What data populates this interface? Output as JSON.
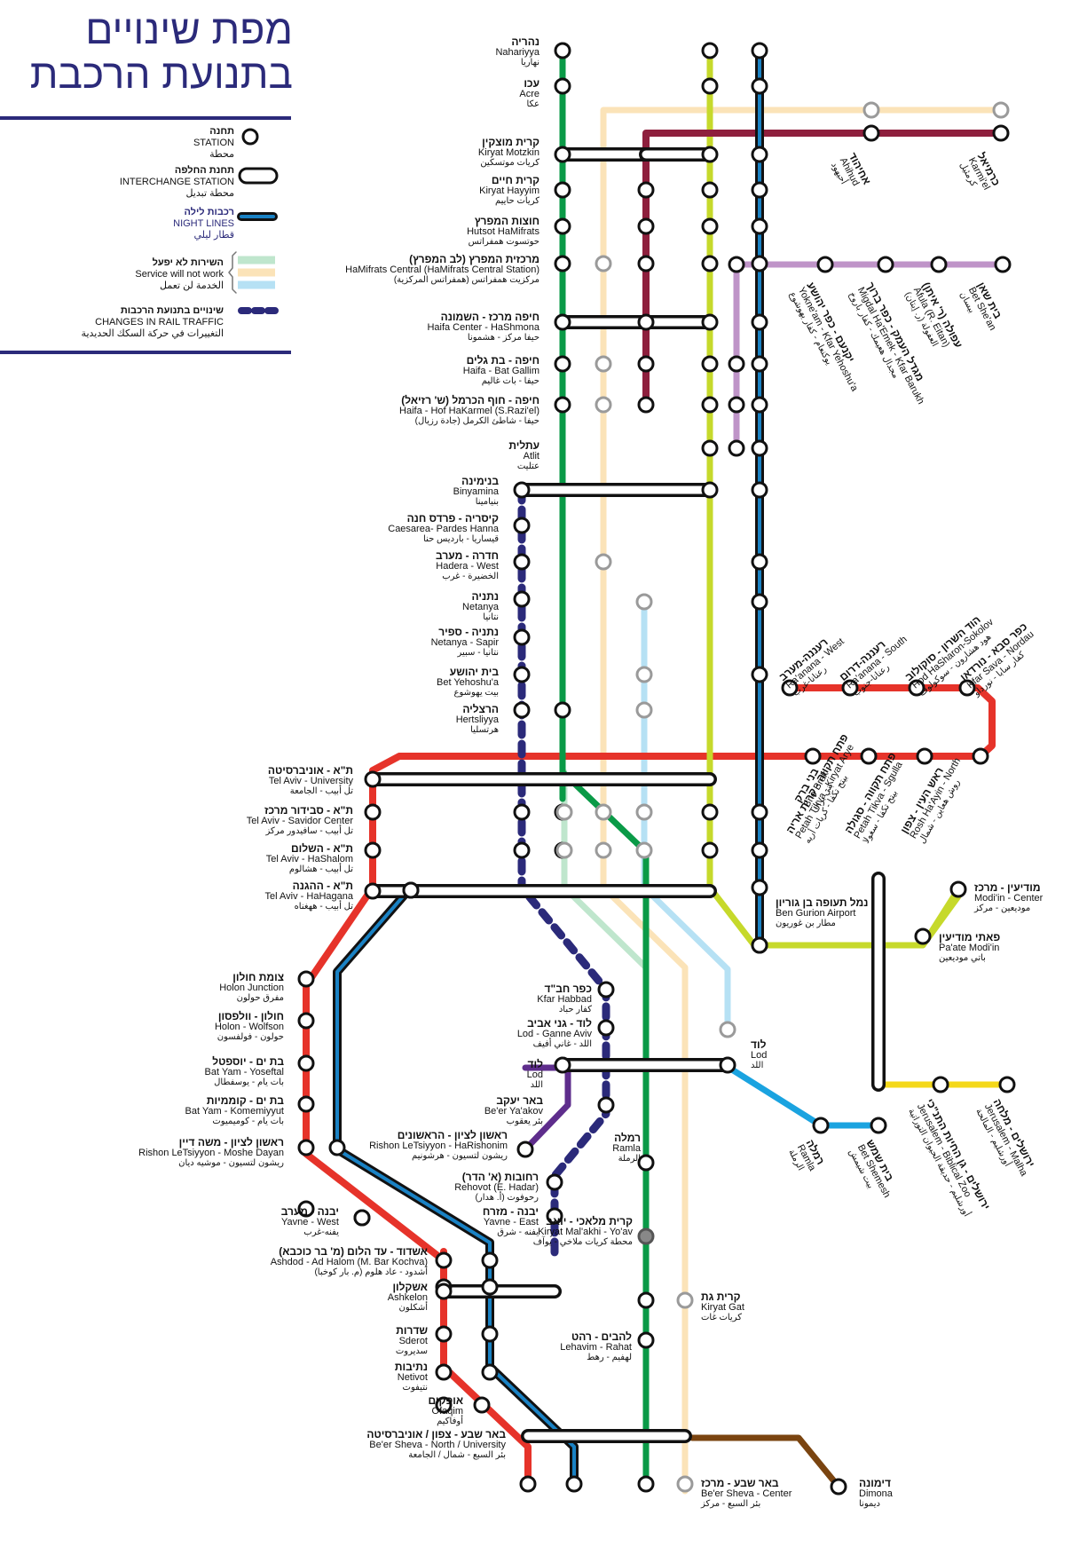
{
  "title": {
    "line1": "מפת שינויים",
    "line2": "בתנועת הרכבת"
  },
  "legend": {
    "station": {
      "he": "תחנה",
      "en": "STATION",
      "ar": "محطة"
    },
    "interchange": {
      "he": "תחנת החלפה",
      "en": "INTERCHANGE STATION",
      "ar": "محطة تبديل"
    },
    "night": {
      "he": "רכבות לילה",
      "en": "NIGHT LINES",
      "ar": "قطار ليلي"
    },
    "nowork": {
      "he": "השירות לא יפעל",
      "en": "Service will not work",
      "ar": "الخدمة لن تعمل"
    },
    "changes": {
      "he": "שינויים בתנועת הרכבות",
      "en": "CHANGES IN RAIL TRAFFIC",
      "ar": "التغييرات في حركة السكك الحديدية"
    }
  },
  "colors": {
    "green": "#0a9a47",
    "cream": "#fbe3b8",
    "olive": "#c6d92b",
    "black": "#111111",
    "night_blue": "#1a82c4",
    "maroon": "#8e1f3d",
    "lilac": "#bf94c8",
    "red": "#e6332a",
    "light_blue": "#b6e1f4",
    "mint": "#bfe6cd",
    "navy": "#2b2a7a",
    "purple": "#5e2d8c",
    "sky": "#1aa3e0",
    "yellow": "#f4d81a",
    "brown": "#7a4410",
    "grey_station": "#9a9a9a",
    "legend_mint": "#bfe6cd",
    "legend_cream": "#fbe3b8",
    "legend_blue": "#b6e1f4"
  },
  "stations": {
    "nahariyya": {
      "he": "נהריה",
      "en": "Nahariyya",
      "ar": "نهاريا"
    },
    "acre": {
      "he": "עכו",
      "en": "Acre",
      "ar": "عكا"
    },
    "kiryat_motzkin": {
      "he": "קרית מוצקין",
      "en": "Kiryat Motzkin",
      "ar": "كريات موتسكين"
    },
    "kiryat_hayyim": {
      "he": "קרית חיים",
      "en": "Kiryat Hayyim",
      "ar": "كريات حاييم"
    },
    "hutsot": {
      "he": "חוצות המפרץ",
      "en": "Hutsot HaMifrats",
      "ar": "حوتسوت همفراتس"
    },
    "hamifrats": {
      "he": "מרכזית המפרץ (לב המפרץ)",
      "en": "HaMifrats Central (HaMifrats Central Station)",
      "ar": "مركزيت همفراتس (همفراتس المركزية)"
    },
    "haifa_center": {
      "he": "חיפה מרכז - השמונה",
      "en": "Haifa Center - HaShmona",
      "ar": "حيفا مركز - هشمونا"
    },
    "bat_gallim": {
      "he": "חיפה - בת גלים",
      "en": "Haifa - Bat Gallim",
      "ar": "حيفا - بات غاليم"
    },
    "hof_hakarmel": {
      "he": "חיפה - חוף הכרמל (ש' רזיאל)",
      "en": "Haifa - Hof HaKarmel (S.Razi'el)",
      "ar": "حيفا - شاطئ الكرمل (جادة رزيال)"
    },
    "atlit": {
      "he": "עתלית",
      "en": "Atlit",
      "ar": "عتليت"
    },
    "binyamina": {
      "he": "בנימינה",
      "en": "Binyamina",
      "ar": "بنيامينا"
    },
    "caesarea": {
      "he": "קיסריה - פרדס חנה",
      "en": "Caesarea- Pardes Hanna",
      "ar": "قيساريا - بارديس حنا"
    },
    "hadera": {
      "he": "חדרה - מערב",
      "en": "Hadera - West",
      "ar": "الخضيرة - غرب"
    },
    "netanya": {
      "he": "נתניה",
      "en": "Netanya",
      "ar": "نتانيا"
    },
    "netanya_sapir": {
      "he": "נתניה - ספיר",
      "en": "Netanya - Sapir",
      "ar": "نتانيا - سبير"
    },
    "bet_yehoshua": {
      "he": "בית יהושע",
      "en": "Bet Yehoshu'a",
      "ar": "بيت يهوشوع"
    },
    "hertsliyya": {
      "he": "הרצליה",
      "en": "Hertsliyya",
      "ar": "هرتسليا"
    },
    "ta_university": {
      "he": "ת\"א - אוניברסיטה",
      "en": "Tel Aviv - University",
      "ar": "تل أبيب - الجامعة"
    },
    "ta_savidor": {
      "he": "ת\"א - סבידור מרכז",
      "en": "Tel Aviv - Savidor Center",
      "ar": "تل أبيب - سافيدور مركز"
    },
    "ta_hashalom": {
      "he": "ת\"א - השלום",
      "en": "Tel Aviv - HaShalom",
      "ar": "تل أبيب - هشالوم"
    },
    "ta_hahagana": {
      "he": "ת\"א - ההגנה",
      "en": "Tel Aviv - HaHagana",
      "ar": "تل أبيب - ههغناه"
    },
    "holon_junction": {
      "he": "צומת חולון",
      "en": "Holon Junction",
      "ar": "مفرق حولون"
    },
    "holon_wolfson": {
      "he": "חולון - וולפסון",
      "en": "Holon - Wolfson",
      "ar": "حولون - فولفسون"
    },
    "bat_yam_yoseftal": {
      "he": "בת ים - יוספטל",
      "en": "Bat Yam - Yoseftal",
      "ar": "بات يام - يوسفطال"
    },
    "bat_yam_komemiyyut": {
      "he": "בת ים - קוממיות",
      "en": "Bat Yam - Komemiyyut",
      "ar": "بات يام - كوميميوت"
    },
    "rishon_moshe_dayan": {
      "he": "ראשון לציון - משה דיין",
      "en": "Rishon LeTsiyyon - Moshe Dayan",
      "ar": "ريشون لتسيون - موشيه ديان"
    },
    "yavne_west": {
      "he": "יבנה - מערב",
      "en": "Yavne - West",
      "ar": "يفنه-غرب"
    },
    "ashdod": {
      "he": "אשדוד - עד הלום (מ' בר כוכבא)",
      "en": "Ashdod - Ad Halom (M. Bar Kochva)",
      "ar": "أشدود - عاد هلوم (م. بار كوخبا)"
    },
    "ashkelon": {
      "he": "אשקלון",
      "en": "Ashkelon",
      "ar": "أشكلون"
    },
    "sderot": {
      "he": "שדרות",
      "en": "Sderot",
      "ar": "سديروت"
    },
    "netivot": {
      "he": "נתיבות",
      "en": "Netivot",
      "ar": "نتيفوت"
    },
    "ofakim": {
      "he": "אופקים",
      "en": "Ofaqim",
      "ar": "أوفاكيم"
    },
    "beer_sheva_north": {
      "he": "באר שבע - צפון / אוניברסיטה",
      "en": "Be'er Sheva - North / University",
      "ar": "بئر السبع - شمال / الجامعة"
    },
    "kfar_habbad": {
      "he": "כפר חב\"ד",
      "en": "Kfar Habbad",
      "ar": "كفار حباد"
    },
    "lod_ganne_aviv": {
      "he": "לוד - גני אביב",
      "en": "Lod - Ganne Aviv",
      "ar": "اللد - غاني أفيف"
    },
    "lod_w": {
      "he": "לוד",
      "en": "Lod",
      "ar": "اللد"
    },
    "beer_yaakov": {
      "he": "באר יעקב",
      "en": "Be'er Ya'akov",
      "ar": "بئر يعقوب"
    },
    "rishon_harishonim": {
      "he": "ראשון לציון - הראשונים",
      "en": "Rishon LeTsiyyon - HaRishonim",
      "ar": "ريشون لتسيون - هرشونيم"
    },
    "rehovot": {
      "he": "רחובות (א' הדר)",
      "en": "Rehovot (E. Hadar)",
      "ar": "رحوفوت (أ. هدار)"
    },
    "yavne_east": {
      "he": "יבנה - מזרח",
      "en": "Yavne - East",
      "ar": "يفنه - شرق"
    },
    "ramla_w": {
      "he": "רמלה",
      "en": "Ramla",
      "ar": "الرملة"
    },
    "kiryat_malakhi": {
      "he": "קרית מלאכי - יואב",
      "en": "Kiryat Mal'akhi - Yo'av",
      "ar": "محطة كريات ملاخي - يوآف"
    },
    "kiryat_gat": {
      "he": "קרית גת",
      "en": "Kiryat Gat",
      "ar": "كريات غات"
    },
    "lehavim": {
      "he": "להבים - רהט",
      "en": "Lehavim - Rahat",
      "ar": "لهفيم - رهط"
    },
    "beer_sheva_center": {
      "he": "באר שבע - מרכז",
      "en": "Be'er Sheva - Center",
      "ar": "بئر السبع - مركز"
    },
    "dimona": {
      "he": "דימונה",
      "en": "Dimona",
      "ar": "ديمونا"
    },
    "ben_gurion": {
      "he": "נמל תעופה בן גוריון",
      "en": "Ben Gurion Airport",
      "ar": "مطار بن غوريون"
    },
    "modiin_center": {
      "he": "מודיעין - מרכז",
      "en": "Modi'in - Center",
      "ar": "موديعين - مركز"
    },
    "paate_modiin": {
      "he": "פאתי מודיעין",
      "en": "Pa'ate Modi'in",
      "ar": "باتي موديعين"
    },
    "lod_e": {
      "he": "לוד",
      "en": "Lod",
      "ar": "اللد"
    },
    "ahihud": {
      "he": "אחיהוד",
      "en": "Ahihud",
      "ar": "أحيهود"
    },
    "karmiel": {
      "he": "כרמיאל",
      "en": "Karmi'el",
      "ar": "كرمئيل"
    },
    "bet_shean": {
      "he": "בית שאן",
      "en": "Bet She'an",
      "ar": "بيسان"
    },
    "afula": {
      "he": "עפולה (ר' איתן)",
      "en": "Afula (R. Eitan)",
      "ar": "العفولة (ر. إيتان)"
    },
    "migdal_haemek": {
      "he": "מגדל העמק - כפר ברוך",
      "en": "Migdal Ha'Emek - Kfar Barukh",
      "ar": "مجدال هعيمك - كفار باروخ"
    },
    "yokneam": {
      "he": "יקנעם - כפר יהושע",
      "en": "Yokne'am - Kfar Yehoshu'a",
      "ar": "يوكنعام - كفار يهوشوع"
    },
    "raanana_west": {
      "he": "רעננה-מערב",
      "en": "Ra'anana - West",
      "ar": "رعنانا-غرب"
    },
    "raanana_south": {
      "he": "רעננה-דרום",
      "en": "Ra'anana - South",
      "ar": "رعنانا-جنوب"
    },
    "hod_hasharon": {
      "he": "הוד השרון - סוקולוב",
      "en": "Hod HaSharon-Sokolov",
      "ar": "هود هشارون - سوكولوف"
    },
    "kfar_sava": {
      "he": "כפר סבא - נורדאו",
      "en": "Kfar Sava - Nordau",
      "ar": "كفار سابا - نورداو"
    },
    "bne_brak": {
      "he": "בני ברק",
      "en": "Bne Brak",
      "ar": "بني براك"
    },
    "petah_tikva_arye": {
      "he": "פתח תקווה - קרית אריה",
      "en": "Petah Tikva - Kiryat Arye",
      "ar": "بيتح تكفا - كريات أريه"
    },
    "petah_tikva_segula": {
      "he": "פתח תקווה - סגולה",
      "en": "Petah Tikva - Sgulla",
      "ar": "بيتح تكفا - سغولا"
    },
    "rosh_haayin": {
      "he": "ראש העין - צפון",
      "en": "Rosh Ha'Ayin - North",
      "ar": "روش هعاين - شمال"
    },
    "ramla_e": {
      "he": "רמלה",
      "en": "Ramla",
      "ar": "الرملة"
    },
    "bet_shemesh": {
      "he": "בית שמש",
      "en": "Bet Shemesh",
      "ar": "بيت شيمش"
    },
    "jerusalem_biblical_zoo": {
      "he": "ירושלים - גן החיות התנ\"כי",
      "en": "Jerusalem - Biblical Zoo",
      "ar": "أورشليم - حديقة الحيوان التوراتية"
    },
    "jerusalem_malha": {
      "he": "ירושלים - מלחה",
      "en": "Jerusalem - Malha",
      "ar": "أورشليم - المالحة"
    }
  }
}
